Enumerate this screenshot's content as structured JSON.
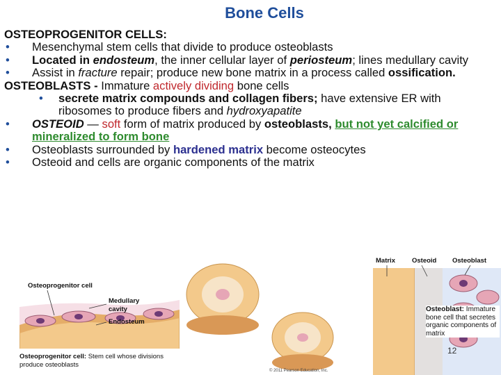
{
  "title": "Bone Cells",
  "osteoprogenitor_heading": "OSTEOPROGENITOR CELLS:",
  "bullets_a": {
    "b1": "Mesenchymal stem cells that divide to produce osteoblasts",
    "b2_a": "Located in ",
    "b2_b": "endosteum",
    "b2_c": ", the inner cellular layer of ",
    "b2_d": "periosteum",
    "b2_e": "; lines medullary cavity",
    "b3_a": "Assist in ",
    "b3_b": "fracture",
    "b3_c": " repair; produce new bone matrix in a process called ",
    "b3_d": "ossification."
  },
  "osteoblasts": {
    "heading": "OSTEOBLASTS - ",
    "text_a": "Immature ",
    "text_b": "actively dividing",
    "text_c": " bone cells",
    "sub_a": "secrete matrix compounds and  collagen fibers;",
    "sub_b": " have extensive ER with ribosomes to produce fibers and ",
    "sub_c": "hydroxyapatite"
  },
  "bullets_b": {
    "c1_a": "OSTEOID",
    "c1_b": " — ",
    "c1_c": "soft",
    "c1_d": " form of matrix produced by ",
    "c1_e": "osteoblasts,",
    "c1_f": " ",
    "c1_g": "but not yet calcified or mineralized to form bone",
    "c2_a": "Osteoblasts surrounded by ",
    "c2_b": "hardened matrix",
    "c2_c": " become osteocytes",
    "c3": "Osteoid and cells are organic components of the matrix"
  },
  "bullet_glyph": "•",
  "figure": {
    "osteoprogenitor_cell": "Osteoprogenitor cell",
    "medullary_cavity": "Medullary cavity",
    "endosteum": "Endosteum",
    "caption_a": "Osteoprogenitor cell:",
    "caption_b": " Stem cell whose divisions produce osteoblasts",
    "right_matrix": "Matrix",
    "right_osteoid": "Osteoid",
    "right_osteoblast": "Osteoblast",
    "osteoblast_caption_a": "Osteoblast:",
    "osteoblast_caption_b": " Immature bone cell that secretes organic components of matrix",
    "copyright": "© 2011 Pearson Education, Inc."
  },
  "page_number": "12",
  "colors": {
    "title": "#1f4e9b",
    "highlight_red": "#c0282d",
    "highlight_green": "#2e8b2e",
    "highlight_navy": "#2b2f8f",
    "bone": "#f3c98b",
    "cell": "#e6a6b6"
  }
}
